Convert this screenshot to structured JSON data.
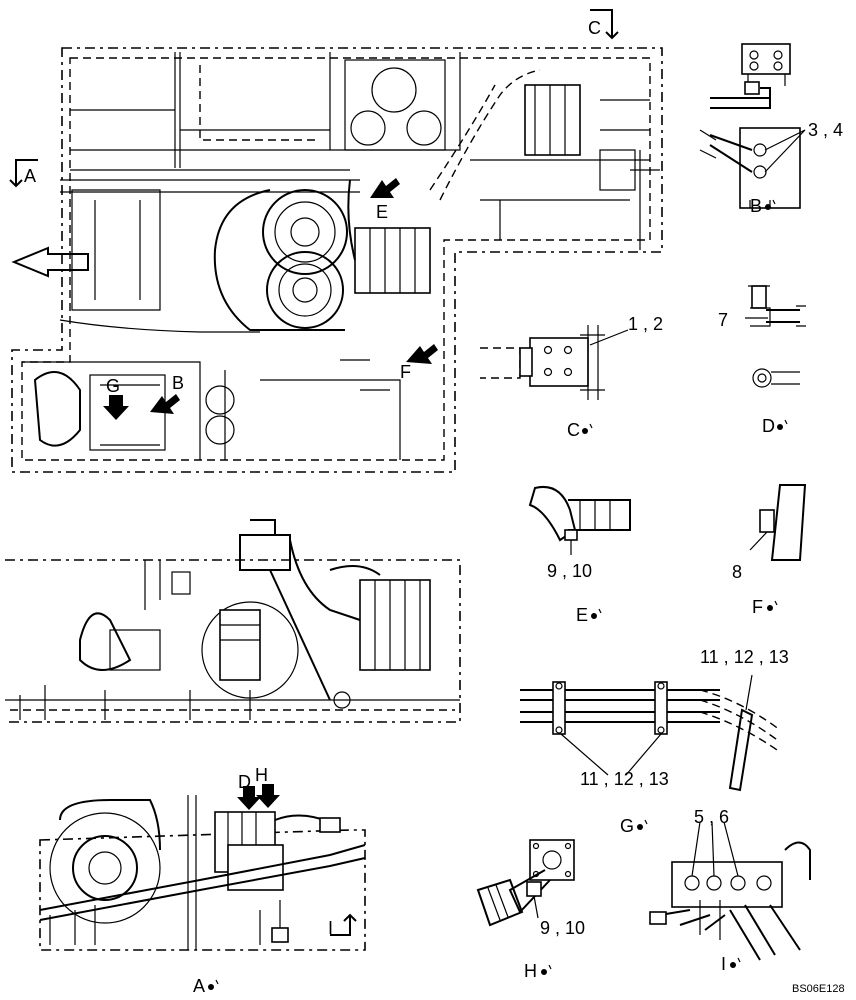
{
  "section_arrows": {
    "a": "A",
    "c": "C",
    "i": "I"
  },
  "callouts": {
    "b": "B",
    "d": "D",
    "e": "E",
    "f": "F",
    "g": "G",
    "h": "H"
  },
  "part_numbers": {
    "p34": "3 , 4",
    "p12": "1 , 2",
    "p7": "7",
    "p910_e": "9 , 10",
    "p8": "8",
    "p111213_top": "11 , 12 , 13",
    "p111213_bottom": "11 , 12 , 13",
    "p56": "5 , 6",
    "p910_h": "9 , 10"
  },
  "view_labels": {
    "b": "B",
    "c": "C",
    "d": "D",
    "e": "E",
    "f": "F",
    "g": "G",
    "h": "H",
    "i": "I",
    "a": "A"
  },
  "drawing_code": "BS06E128",
  "icons": {
    "direction": "left-arrow-outline",
    "view_arrow": "solid-black-arrow",
    "view_mark": "view-dot-tick"
  }
}
